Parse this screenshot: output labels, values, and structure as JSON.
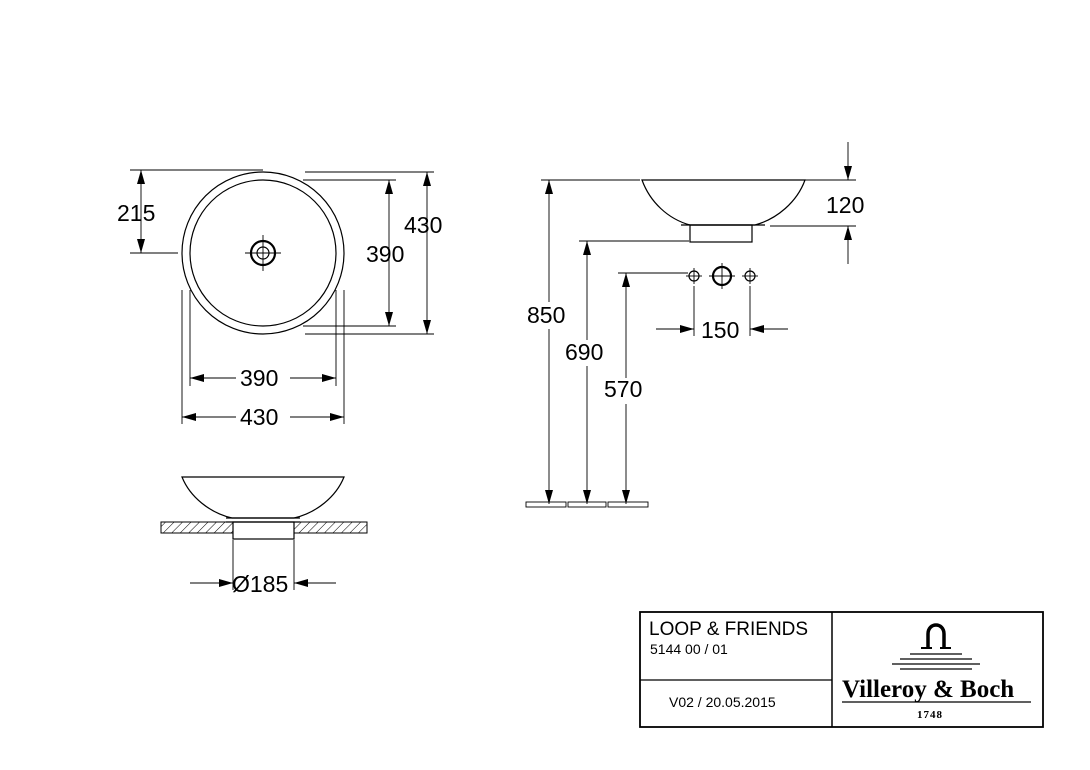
{
  "top_view": {
    "dim_215": "215",
    "dim_390_vertical": "390",
    "dim_430_vertical": "430",
    "dim_390_horizontal": "390",
    "dim_430_horizontal": "430"
  },
  "section_view": {
    "dim_drain": "Ø185"
  },
  "side_view": {
    "dim_120": "120",
    "dim_850": "850",
    "dim_690": "690",
    "dim_570": "570",
    "dim_150": "150"
  },
  "title_block": {
    "product_name": "LOOP & FRIENDS",
    "article_number": "5144 00 / 01",
    "version": "V02 / 20.05.2015",
    "brand": "Villeroy & Boch",
    "brand_year": "1748"
  }
}
